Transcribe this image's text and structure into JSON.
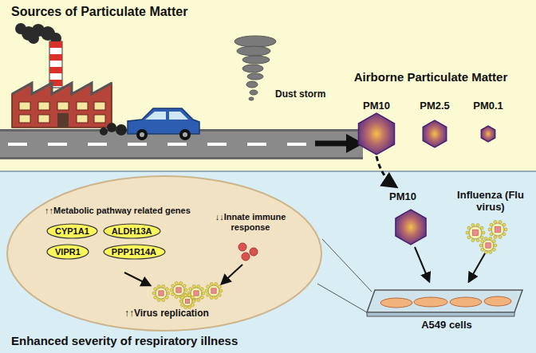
{
  "diagram": {
    "nodes": [
      {
        "text": [
          "↑↑Metabolic pathway related genes",
          "↓↓Innate immune response",
          "↑↑Virus replication"
        ]
      },
      {
        "text": [
          "CYP1A1"
        ],
        "in": 0
      },
      {
        "text": [
          "ALDH13A"
        ],
        "in": 0
      },
      {
        "text": [
          "VIPR1"
        ],
        "in": 0
      },
      {
        "text": [
          "PPP1R14A"
        ],
        "in": 0
      }
    ],
    "labels": [
      "Sources of Particulate Matter",
      "Dust storm",
      "Airborne Particulate Matter",
      "PM10",
      "PM2.5",
      "PM0.1",
      "PM10",
      "Influenza (Flu virus)",
      "A549 cells",
      "Enhanced severity of respiratory illness"
    ]
  }
}
